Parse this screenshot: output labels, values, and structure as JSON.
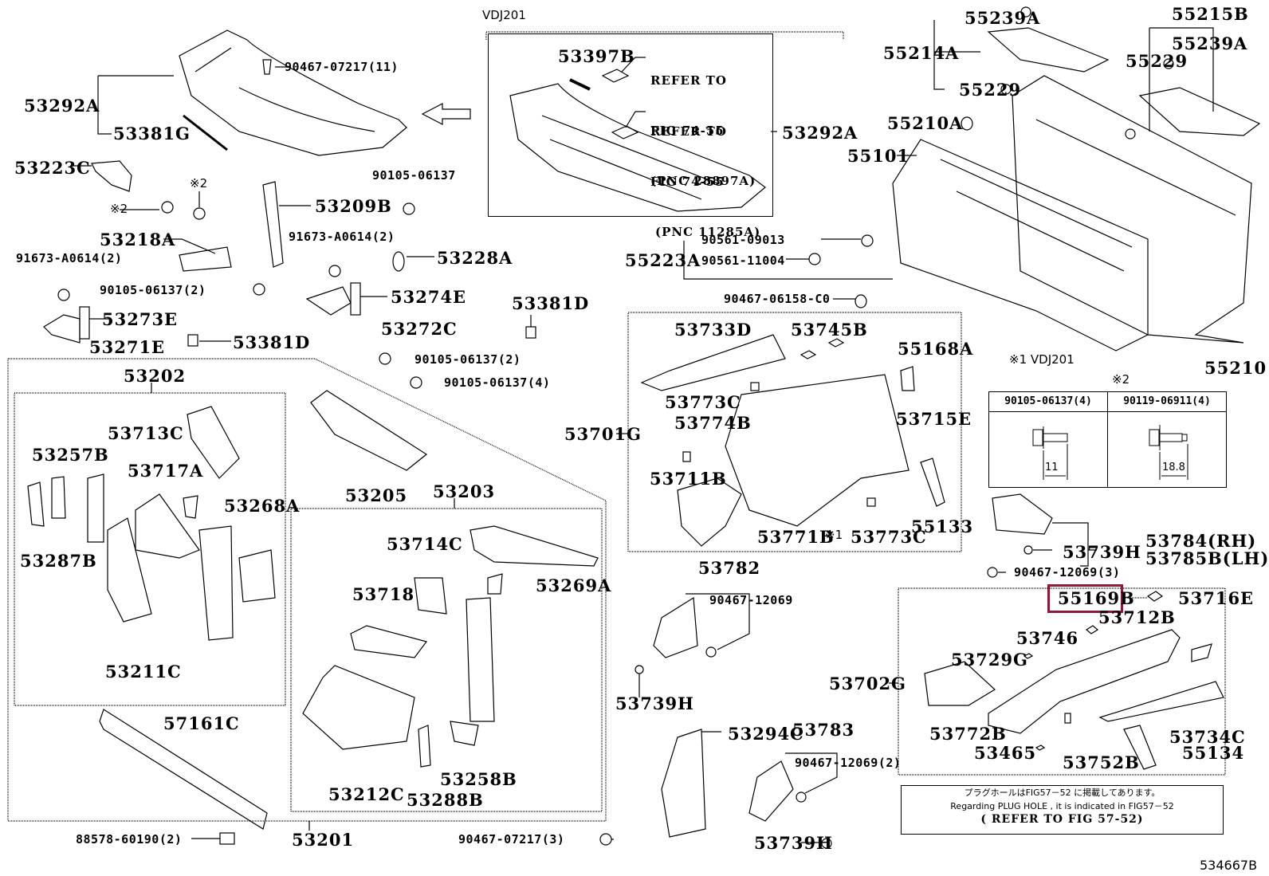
{
  "diagram": {
    "figure_id": "534667B",
    "highlight_color": "#8b1a3a",
    "highlighted_part": "55169B",
    "variant_label": "VDJ201",
    "footnote_1": "※1 VDJ201",
    "footnote_2_marker": "※2",
    "arrow_direction": "left"
  },
  "refer_notes": [
    {
      "line1": "REFER TO",
      "line2": "FIG 74-55",
      "line3": "(PNC 28897A)"
    },
    {
      "line1": "REFER TO",
      "line2": "FIG 74-55",
      "line3": "(PNC 11285A)"
    }
  ],
  "fastener_table": {
    "marker": "※2",
    "columns": [
      {
        "part": "90105-06137(4)",
        "length": "11"
      },
      {
        "part": "90119-06911(4)",
        "length": "18.8"
      }
    ]
  },
  "plug_hole_note": {
    "japanese": "プラグホールはFIG57－52 に掲載してあります。",
    "english": "Regarding  PLUG  HOLE  , it  is  indicated  in  FIG57－52",
    "refer": "( REFER TO FIG 57-52)"
  },
  "labels": {
    "p53292A_left": "53292A",
    "p53381G": "53381G",
    "p90467_07217_11": "90467-07217(11)",
    "p53223C": "53223C",
    "mark2_a": "※2",
    "mark2_b": "※2",
    "p53209B": "53209B",
    "p90105_06137_top": "90105-06137",
    "p53218A": "53218A",
    "p91673_A0614_left": "91673-A0614(2)",
    "p91673_A0614_mid": "91673-A0614(2)",
    "p53228A": "53228A",
    "p90105_06137_2a": "90105-06137(2)",
    "p53274E": "53274E",
    "p53273E": "53273E",
    "p53272C": "53272C",
    "p53271E": "53271E",
    "p53381D_a": "53381D",
    "p53381D_b": "53381D",
    "p90105_06137_2b": "90105-06137(2)",
    "p90105_06137_4": "90105-06137(4)",
    "p53202": "53202",
    "p53713C": "53713C",
    "p53257B": "53257B",
    "p53717A": "53717A",
    "p53268A": "53268A",
    "p53287B": "53287B",
    "p53211C": "53211C",
    "p53205": "53205",
    "p53203": "53203",
    "p53714C": "53714C",
    "p53718": "53718",
    "p53269A": "53269A",
    "p53212C": "53212C",
    "p53288B": "53288B",
    "p53258B": "53258B",
    "p57161C": "57161C",
    "p88578_60190": "88578-60190(2)",
    "p53201": "53201",
    "p53397B": "53397B",
    "p53292A_right": "53292A",
    "p55239A_a": "55239A",
    "p55215B": "55215B",
    "p55214A": "55214A",
    "p55239A_b": "55239A",
    "p55229_a": "55229",
    "p55229_b": "55229",
    "p55210A": "55210A",
    "p55101": "55101",
    "p90561_09013": "90561-09013",
    "p55223A": "55223A",
    "p90561_11004": "90561-11004",
    "p90467_06158": "90467-06158-C0",
    "p53733D": "53733D",
    "p53745B": "53745B",
    "p55168A": "55168A",
    "p53773C_a": "53773C",
    "p53715E": "53715E",
    "p53701G": "53701G",
    "p53774B": "53774B",
    "p53711B": "53711B",
    "p53771B": "53771B",
    "mark1": "※1",
    "p53773C_b": "53773C",
    "p55133": "55133",
    "p55210": "55210",
    "p53784RH": "53784(RH)",
    "p53785BLH": "53785B(LH)",
    "p53739H_a": "53739H",
    "p90467_12069_3": "90467-12069(3)",
    "p53782": "53782",
    "p90467_12069_a": "90467-12069",
    "p53739H_b": "53739H",
    "p53294C": "53294C",
    "p53783": "53783",
    "p90467_12069_2": "90467-12069(2)",
    "p90467_07217_3": "90467-07217(3)",
    "p53739H_c": "53739H",
    "p55169B": "55169B",
    "p53716E": "53716E",
    "p53712B": "53712B",
    "p53746": "53746",
    "p53729G": "53729G",
    "p53702G": "53702G",
    "p53772B": "53772B",
    "p53734C": "53734C",
    "p53465": "53465",
    "p53752B": "53752B",
    "p55134": "55134"
  }
}
